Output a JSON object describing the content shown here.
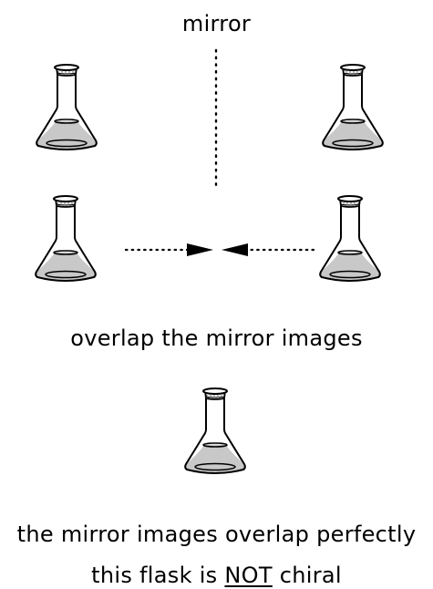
{
  "labels": {
    "mirror": "mirror",
    "instruction": "overlap the mirror images",
    "conclusion_line1": "the mirror images overlap perfectly",
    "conclusion_line2_before": "this flask is ",
    "conclusion_line2_emphasis": "NOT",
    "conclusion_line2_after": " chiral"
  },
  "colors": {
    "liquid": "#c8c8c8",
    "outline": "#000000",
    "stopper_dots": "#555555"
  }
}
